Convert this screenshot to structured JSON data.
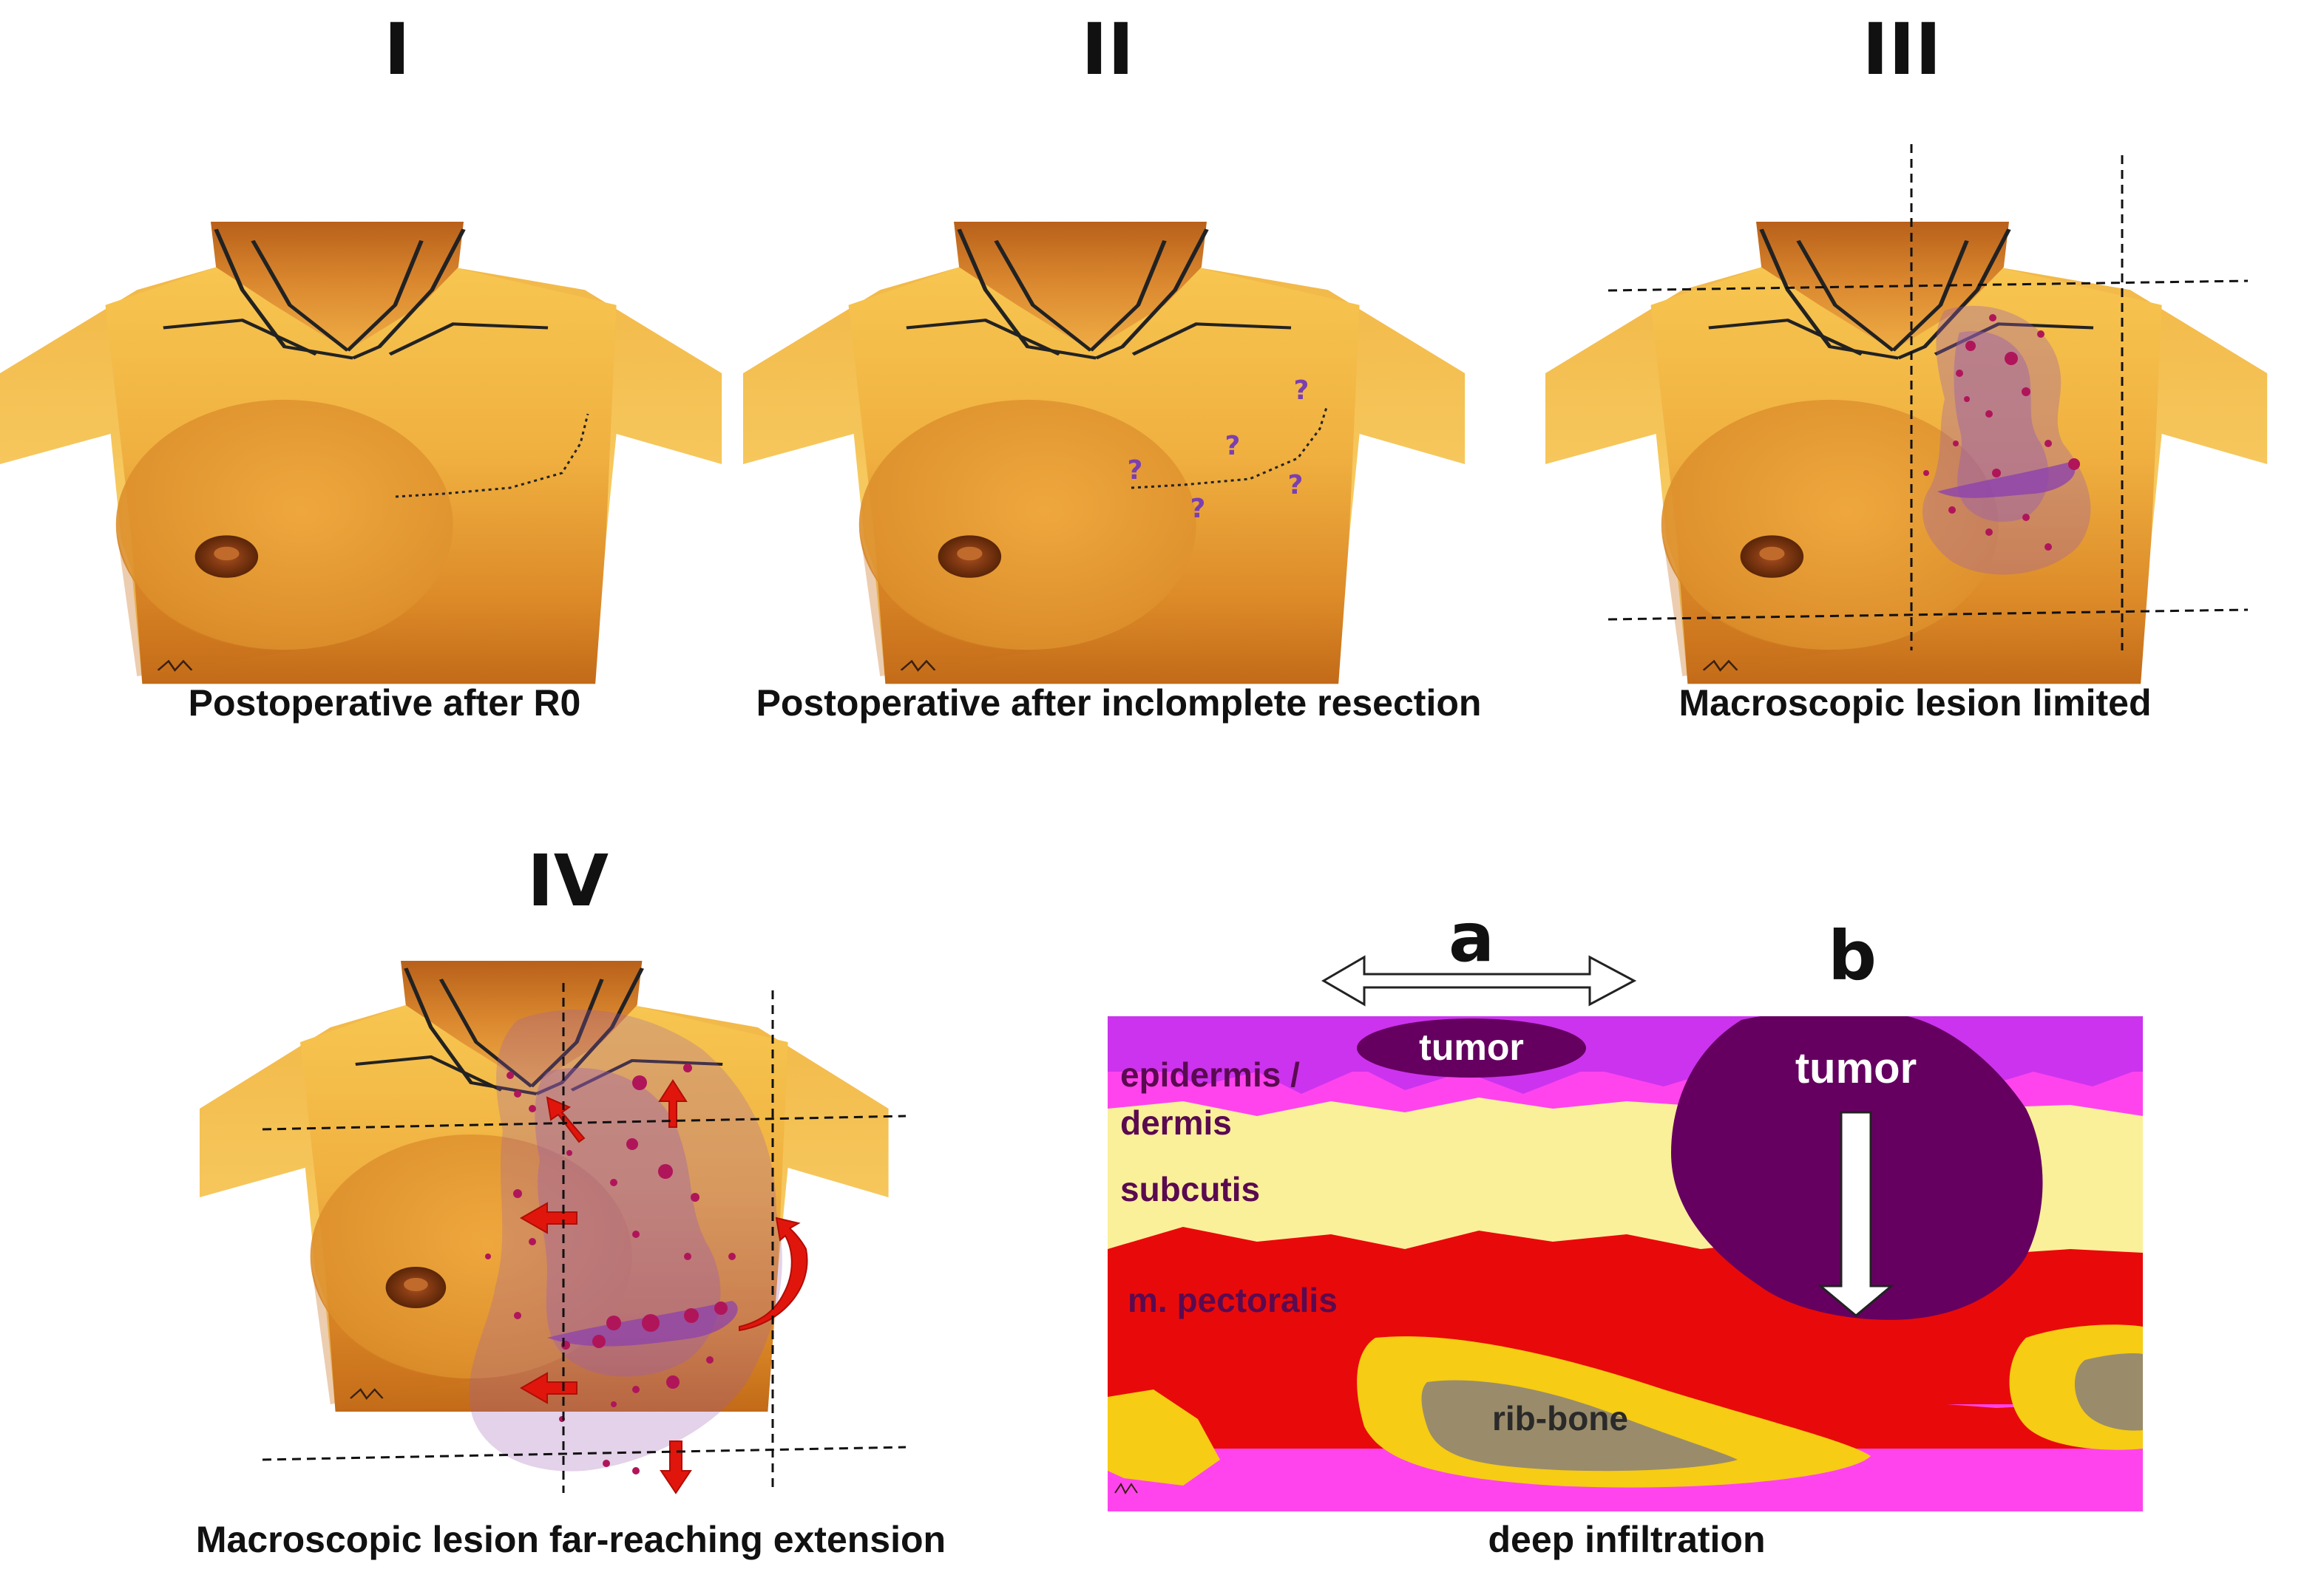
{
  "panels": {
    "p1": {
      "numeral": "I",
      "caption": "Postoperative after R0"
    },
    "p2": {
      "numeral": "II",
      "caption": "Postoperative after inclomplete resection",
      "uncertainty_mark": "?"
    },
    "p3": {
      "numeral": "III",
      "caption": "Macroscopic lesion limited"
    },
    "p4": {
      "numeral": "IV",
      "caption": "Macroscopic lesion far-reaching extension"
    },
    "p5": {
      "marker_a": "a",
      "marker_b": "b",
      "caption": "deep infiltration",
      "layers": {
        "epidermis": "epidermis /",
        "dermis": "dermis",
        "subcutis": "subcutis",
        "pectoralis": "m. pectoralis",
        "rib": "rib-bone"
      },
      "tumor_superficial": "tumor",
      "tumor_deep": "tumor"
    }
  },
  "colors": {
    "skin_light": "#f6c24c",
    "skin_dark": "#c8701c",
    "neck_dark": "#b05a12",
    "lesion": "#9a5fb0",
    "lesion_dot": "#b0155a",
    "arrow_red": "#e0160c",
    "epidermis": "#cc33ee",
    "dermis": "#ff44ee",
    "subcutis": "#fbf09a",
    "muscle": "#e80a0a",
    "bone_outer": "#f6cc14",
    "bone_inner": "#9a8c6a",
    "tumor": "#650060"
  }
}
